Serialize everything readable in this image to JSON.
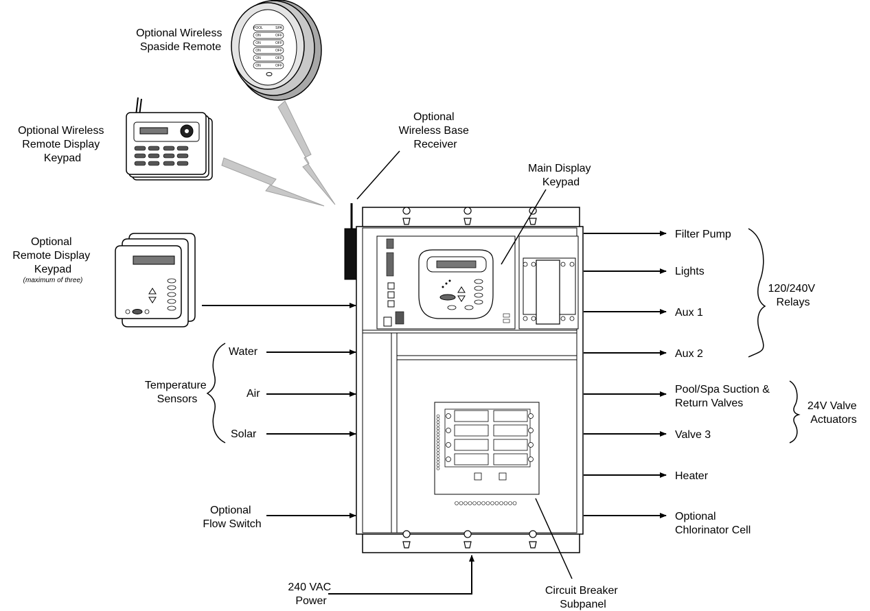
{
  "labels": {
    "wireless_spaside_remote": [
      "Optional Wireless",
      "Spaside Remote"
    ],
    "wireless_remote_display_keypad": [
      "Optional Wireless",
      "Remote Display",
      "Keypad"
    ],
    "wireless_base_receiver": [
      "Optional",
      "Wireless Base",
      "Receiver"
    ],
    "main_display_keypad": [
      "Main Display",
      "Keypad"
    ],
    "remote_display_keypad": [
      "Optional",
      "Remote Display",
      "Keypad"
    ],
    "remote_display_note": "(maximum of three)",
    "temperature_sensors": [
      "Temperature",
      "Sensors"
    ],
    "sensor_water": "Water",
    "sensor_air": "Air",
    "sensor_solar": "Solar",
    "flow_switch": [
      "Optional",
      "Flow Switch"
    ],
    "power": [
      "240 VAC",
      "Power"
    ],
    "circuit_breaker_subpanel": [
      "Circuit Breaker",
      "Subpanel"
    ],
    "filter_pump": "Filter Pump",
    "lights": "Lights",
    "aux1": "Aux 1",
    "aux2": "Aux 2",
    "relays_group": [
      "120/240V",
      "Relays"
    ],
    "pool_spa_valves": [
      "Pool/Spa Suction &",
      "Return Valves"
    ],
    "valve3": "Valve 3",
    "valve_actuators_group": [
      "24V Valve",
      "Actuators"
    ],
    "heater": "Heater",
    "chlorinator_cell": [
      "Optional",
      "Chlorinator Cell"
    ]
  },
  "remote_buttons": [
    [
      "POOL",
      "SPA"
    ],
    [
      "ON",
      "OFF"
    ],
    [
      "ON",
      "OFF"
    ],
    [
      "ON",
      "OFF"
    ],
    [
      "ON",
      "OFF"
    ],
    [
      "ON",
      "OFF"
    ]
  ]
}
